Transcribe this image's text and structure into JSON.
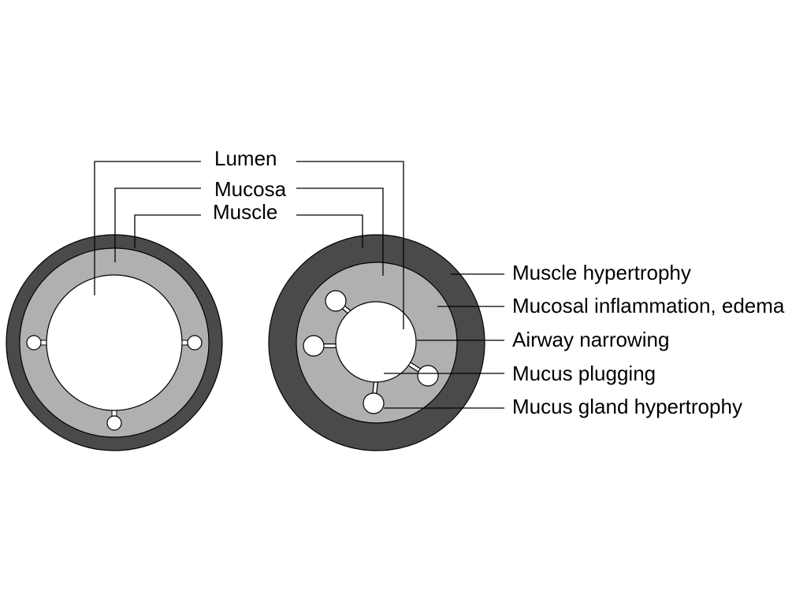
{
  "labels": {
    "lumen": "Lumen",
    "mucosa": "Mucosa",
    "muscle": "Muscle"
  },
  "annotations": {
    "muscle_hypertrophy": "Muscle hypertrophy",
    "mucosal_inflammation": "Mucosal inflammation, edema",
    "airway_narrowing": "Airway narrowing",
    "mucus_plugging": "Mucus plugging",
    "mucus_gland_hypertrophy": "Mucus gland hypertrophy"
  },
  "colors": {
    "muscle": "#4a4a4a",
    "mucosa": "#b0b0b0",
    "lumen": "#ffffff",
    "gland": "#ffffff",
    "line": "#000000"
  }
}
